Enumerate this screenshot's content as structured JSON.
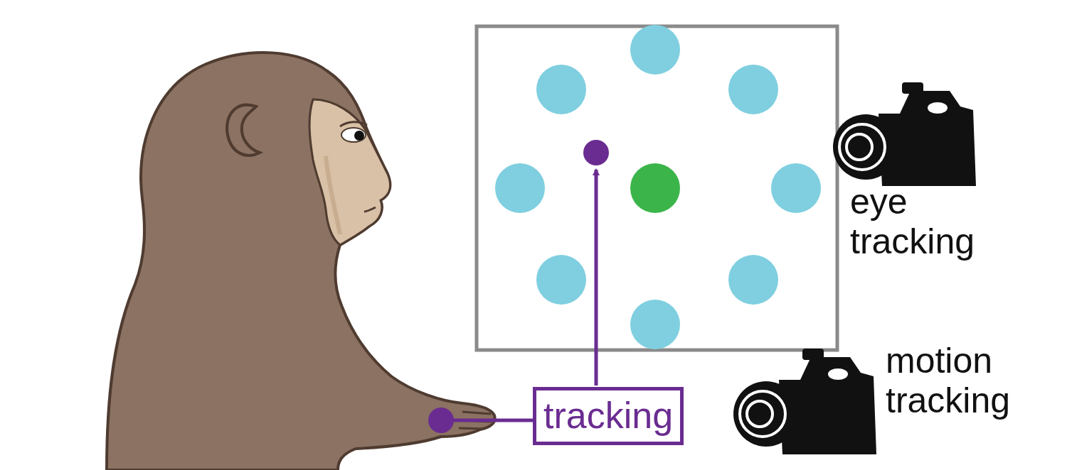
{
  "diagram": {
    "nodes": [
      {
        "text": [
          "tracking"
        ]
      }
    ],
    "edges": [],
    "labels": [
      "eye tracking",
      "motion tracking"
    ]
  }
}
